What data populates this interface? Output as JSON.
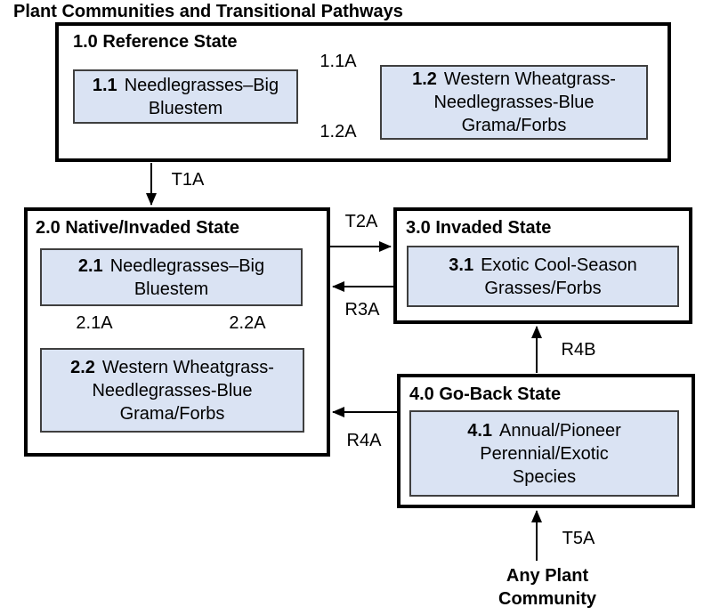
{
  "title": "Plant Communities and Transitional Pathways",
  "colors": {
    "community_fill": "#dae3f3",
    "community_border": "#3f3f3f",
    "state_border": "#000000",
    "arrow": "#000000",
    "text": "#000000",
    "background": "#ffffff"
  },
  "states": [
    {
      "id": "1.0",
      "title": "1.0 Reference State",
      "communities": [
        {
          "num": "1.1",
          "name": "Needlegrasses–Big Bluestem"
        },
        {
          "num": "1.2",
          "name": "Western Wheatgrass-Needlegrasses-Blue Grama/Forbs"
        }
      ]
    },
    {
      "id": "2.0",
      "title": "2.0 Native/Invaded State",
      "communities": [
        {
          "num": "2.1",
          "name": "Needlegrasses–Big Bluestem"
        },
        {
          "num": "2.2",
          "name": "Western Wheatgrass-Needlegrasses-Blue Grama/Forbs"
        }
      ]
    },
    {
      "id": "3.0",
      "title": "3.0 Invaded State",
      "communities": [
        {
          "num": "3.1",
          "name": "Exotic Cool-Season Grasses/Forbs"
        }
      ]
    },
    {
      "id": "4.0",
      "title": "4.0 Go-Back State",
      "communities": [
        {
          "num": "4.1",
          "name": "Annual/Pioneer Perennial/Exotic Species"
        }
      ]
    }
  ],
  "transitions": [
    {
      "label": "1.1A",
      "from": "1.1",
      "to": "1.2"
    },
    {
      "label": "1.2A",
      "from": "1.2",
      "to": "1.1"
    },
    {
      "label": "T1A",
      "from": "1.0",
      "to": "2.0"
    },
    {
      "label": "2.1A",
      "from": "2.1",
      "to": "2.2"
    },
    {
      "label": "2.2A",
      "from": "2.2",
      "to": "2.1"
    },
    {
      "label": "T2A",
      "from": "2.0",
      "to": "3.0"
    },
    {
      "label": "R3A",
      "from": "3.0",
      "to": "2.0"
    },
    {
      "label": "R4A",
      "from": "4.0",
      "to": "2.0"
    },
    {
      "label": "R4B",
      "from": "4.0",
      "to": "3.0"
    },
    {
      "label": "T5A",
      "from": "Any Plant Community",
      "to": "4.0"
    }
  ],
  "external_label": "Any Plant Community"
}
